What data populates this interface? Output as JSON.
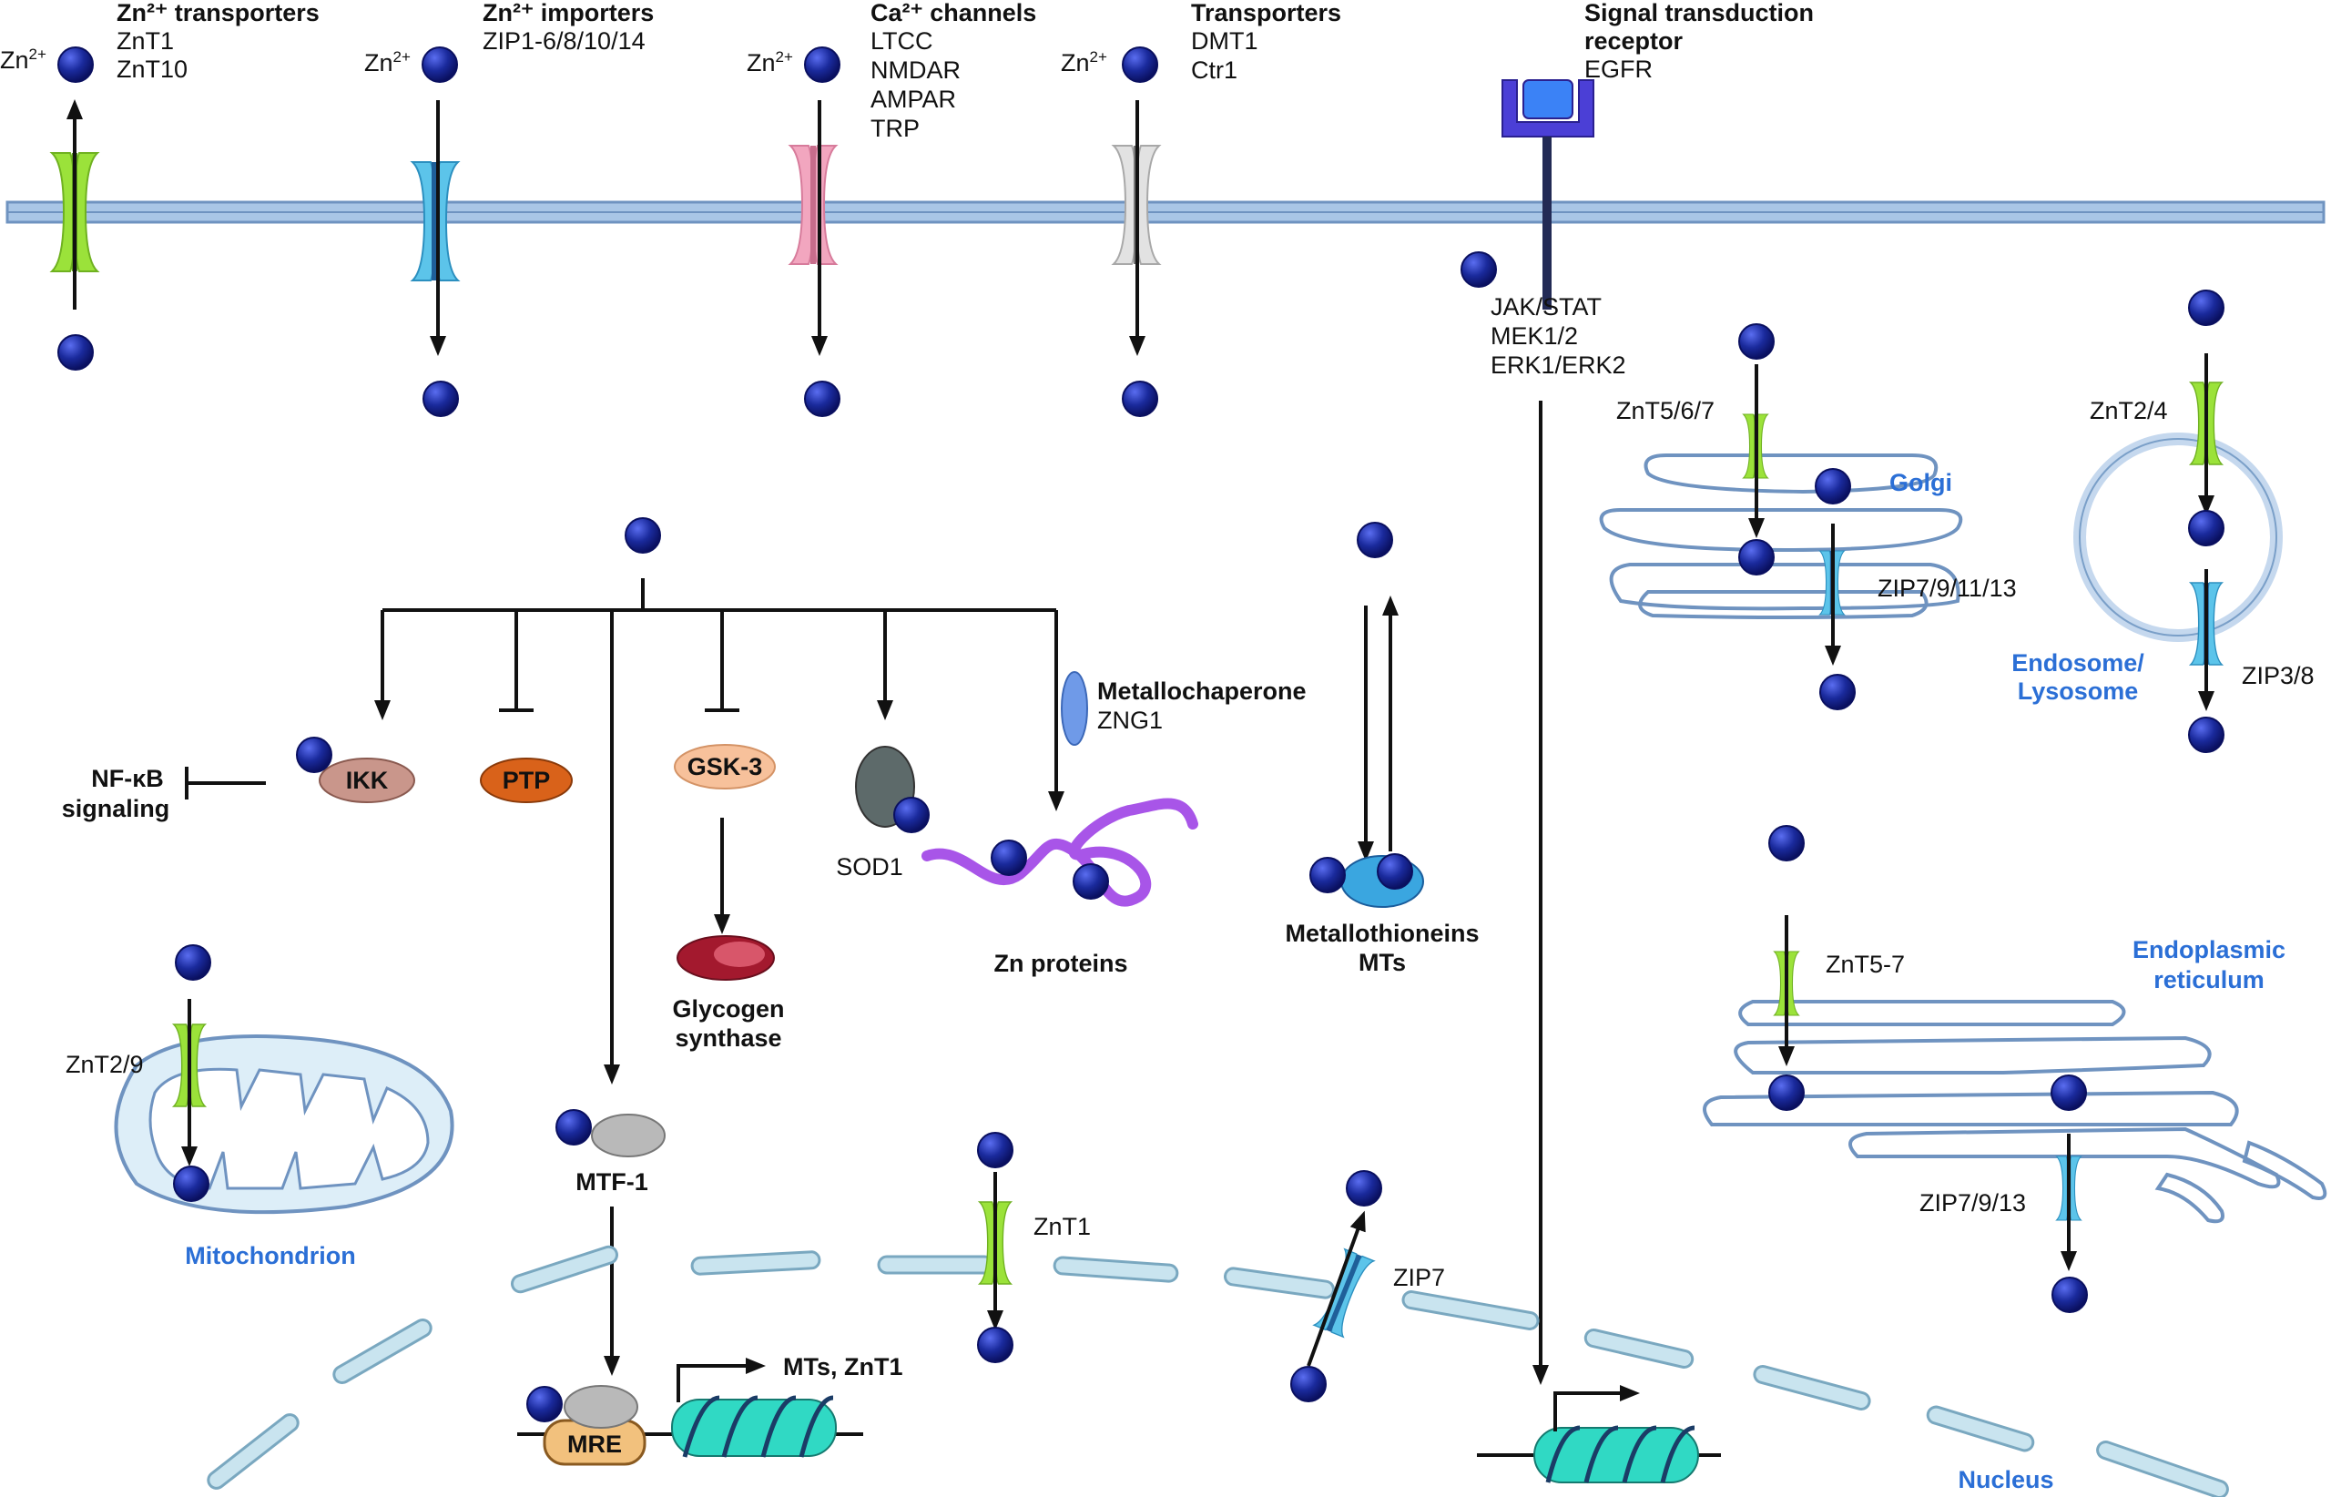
{
  "zn_ion": "Zn",
  "zn_charge": "2+",
  "membrane_groups": {
    "exporters": {
      "title": "Zn²⁺ transporters",
      "items": [
        "ZnT1",
        "ZnT10"
      ]
    },
    "importers": {
      "title": "Zn²⁺ importers",
      "items": [
        "ZIP1-6/8/10/14"
      ]
    },
    "calcium": {
      "title": "Ca²⁺ channels",
      "items": [
        "LTCC",
        "NMDAR",
        "AMPAR",
        "TRP"
      ]
    },
    "transporters": {
      "title": "Transporters",
      "items": [
        "DMT1",
        "Ctr1"
      ]
    },
    "signal": {
      "title": "Signal transduction",
      "title2": "receptor",
      "items": [
        "EGFR"
      ]
    }
  },
  "pathways": [
    "JAK/STAT",
    "MEK1/2",
    "ERK1/ERK2"
  ],
  "targets": {
    "ikk": "IKK",
    "ptp": "PTP",
    "gsk3": "GSK-3",
    "nfkb_line1": "NF-κB",
    "nfkb_line2": "signaling",
    "glycogen_line1": "Glycogen",
    "glycogen_line2": "synthase",
    "sod1": "SOD1",
    "zn_proteins": "Zn proteins",
    "metallochaperone": "Metallochaperone",
    "zng1": "ZNG1",
    "mt_line1": "Metallothioneins",
    "mt_line2": "MTs",
    "mtf1": "MTF-1",
    "mre": "MRE",
    "gene_products": "MTs, ZnT1"
  },
  "organelles": {
    "golgi": "Golgi",
    "endosome_line1": "Endosome/",
    "endosome_line2": "Lysosome",
    "er_line1": "Endoplasmic",
    "er_line2": "reticulum",
    "mitochondrion": "Mitochondrion",
    "nucleus": "Nucleus"
  },
  "organelle_transporters": {
    "golgi_in": "ZnT5/6/7",
    "golgi_out": "ZIP7/9/11/13",
    "endo_in": "ZnT2/4",
    "endo_out": "ZIP3/8",
    "er_in": "ZnT5-7",
    "er_out": "ZIP7/9/13",
    "mito_in": "ZnT2/9",
    "nuc_out": "ZnT1",
    "nuc_in": "ZIP7"
  },
  "colors": {
    "zinc": "#1a2a9c",
    "membrane": "#a9c6e6",
    "znt": "#9be23a",
    "zip": "#5cc4ea",
    "ca_channel": "#f2a6bf",
    "transporter": "#dcdcdc",
    "receptor": "#4b3fd6",
    "organelle_text": "#2b6fd6"
  }
}
